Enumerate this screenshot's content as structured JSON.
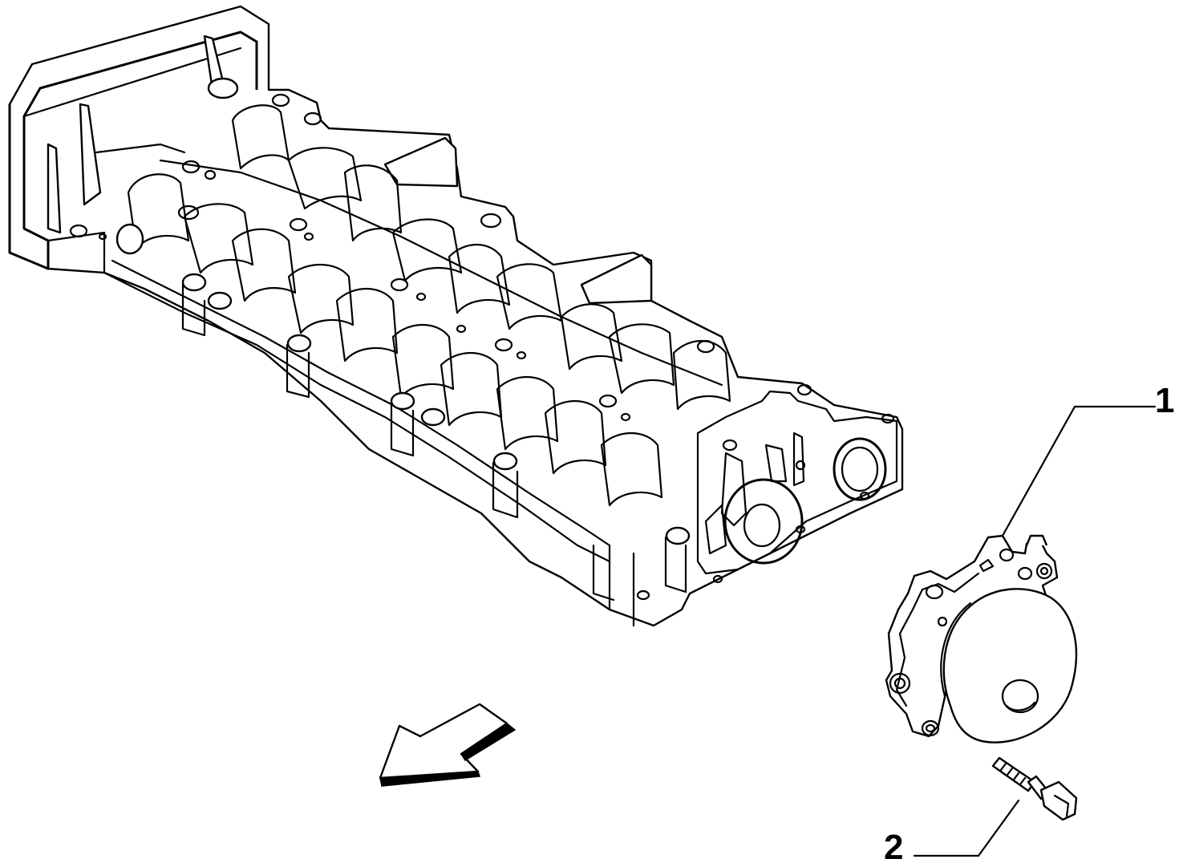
{
  "diagram": {
    "callouts": [
      {
        "id": "1",
        "label": "1",
        "part": "vacuum-pump"
      },
      {
        "id": "2",
        "label": "2",
        "part": "bolt"
      }
    ],
    "icons": {
      "direction": "direction-arrow-icon"
    },
    "colors": {
      "stroke": "#000000",
      "fill": "#ffffff"
    }
  }
}
